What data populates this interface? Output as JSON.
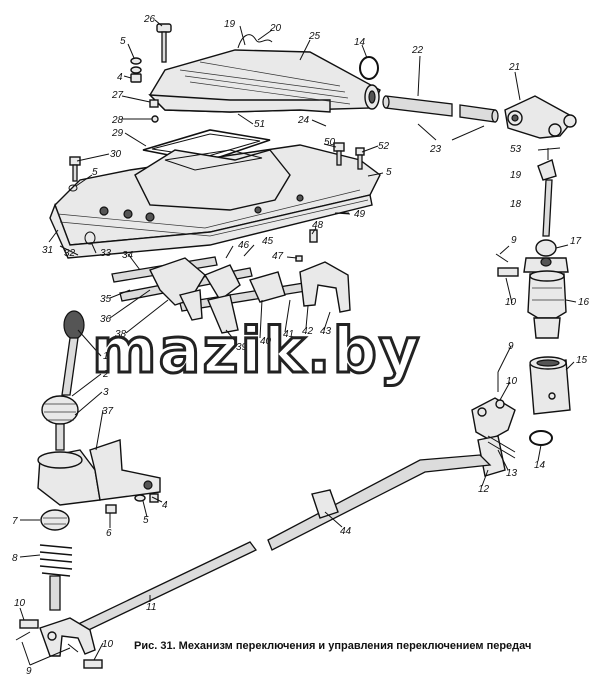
{
  "caption": "Рис. 31. Механизм переключения и управления переключением передач",
  "watermark": "mazik.by",
  "callouts": [
    {
      "id": "c26a",
      "text": "26"
    },
    {
      "id": "c19a",
      "text": "19"
    },
    {
      "id": "c20",
      "text": "20"
    },
    {
      "id": "c25",
      "text": "25"
    },
    {
      "id": "c14a",
      "text": "14"
    },
    {
      "id": "c5a",
      "text": "5"
    },
    {
      "id": "c4a",
      "text": "4"
    },
    {
      "id": "c27",
      "text": "27"
    },
    {
      "id": "c28",
      "text": "28"
    },
    {
      "id": "c29",
      "text": "29"
    },
    {
      "id": "c51",
      "text": "51"
    },
    {
      "id": "c24",
      "text": "24"
    },
    {
      "id": "c22",
      "text": "22"
    },
    {
      "id": "c21",
      "text": "21"
    },
    {
      "id": "c23",
      "text": "23"
    },
    {
      "id": "c53",
      "text": "53"
    },
    {
      "id": "c19b",
      "text": "19"
    },
    {
      "id": "c18",
      "text": "18"
    },
    {
      "id": "c30",
      "text": "30"
    },
    {
      "id": "c5b",
      "text": "5"
    },
    {
      "id": "c50",
      "text": "50"
    },
    {
      "id": "c52",
      "text": "52"
    },
    {
      "id": "c5c",
      "text": "5"
    },
    {
      "id": "c49",
      "text": "49"
    },
    {
      "id": "c31",
      "text": "31"
    },
    {
      "id": "c32",
      "text": "32"
    },
    {
      "id": "c33",
      "text": "33"
    },
    {
      "id": "c48",
      "text": "48"
    },
    {
      "id": "c34",
      "text": "34"
    },
    {
      "id": "c46",
      "text": "46"
    },
    {
      "id": "c45",
      "text": "45"
    },
    {
      "id": "c47",
      "text": "47"
    },
    {
      "id": "c9a",
      "text": "9"
    },
    {
      "id": "c17",
      "text": "17"
    },
    {
      "id": "c35",
      "text": "35"
    },
    {
      "id": "c10a",
      "text": "10"
    },
    {
      "id": "c16",
      "text": "16"
    },
    {
      "id": "c36",
      "text": "36"
    },
    {
      "id": "c38",
      "text": "38"
    },
    {
      "id": "c39",
      "text": "39"
    },
    {
      "id": "c40",
      "text": "40"
    },
    {
      "id": "c41",
      "text": "41"
    },
    {
      "id": "c42",
      "text": "42"
    },
    {
      "id": "c43",
      "text": "43"
    },
    {
      "id": "c1",
      "text": "1"
    },
    {
      "id": "c2",
      "text": "2"
    },
    {
      "id": "c9b",
      "text": "9"
    },
    {
      "id": "c15",
      "text": "15"
    },
    {
      "id": "c3",
      "text": "3"
    },
    {
      "id": "c10b",
      "text": "10"
    },
    {
      "id": "c37",
      "text": "37"
    },
    {
      "id": "c14b",
      "text": "14"
    },
    {
      "id": "c13",
      "text": "13"
    },
    {
      "id": "c12",
      "text": "12"
    },
    {
      "id": "c4b",
      "text": "4"
    },
    {
      "id": "c5d",
      "text": "5"
    },
    {
      "id": "c6",
      "text": "6"
    },
    {
      "id": "c44",
      "text": "44"
    },
    {
      "id": "c7",
      "text": "7"
    },
    {
      "id": "c8",
      "text": "8"
    },
    {
      "id": "c11",
      "text": "11"
    },
    {
      "id": "c10c",
      "text": "10"
    },
    {
      "id": "c9c",
      "text": "9"
    },
    {
      "id": "c10d",
      "text": "10"
    }
  ]
}
